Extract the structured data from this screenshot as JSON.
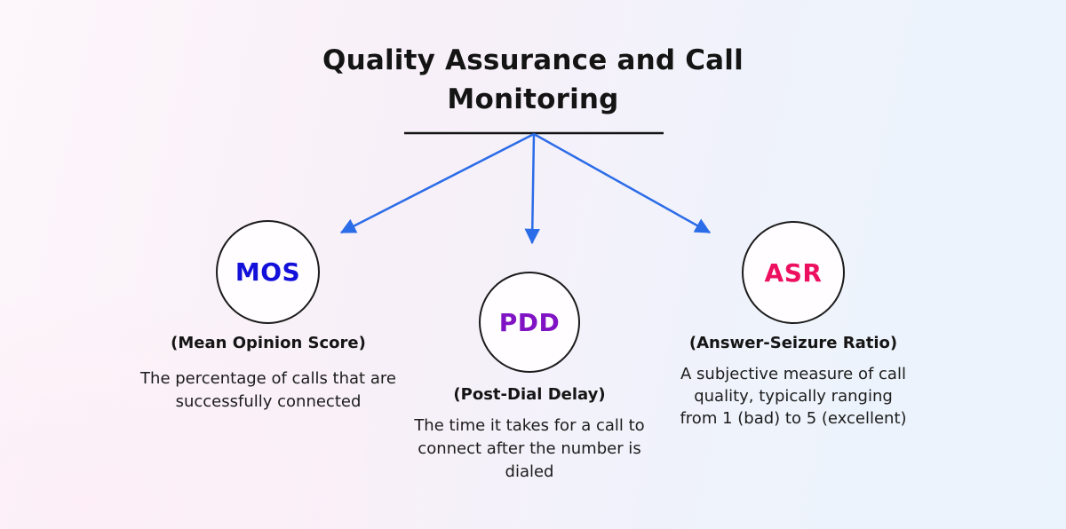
{
  "header": {
    "title_lines": [
      "Quality Assurance and Call",
      "Monitoring"
    ]
  },
  "colors": {
    "arrow": "#2b6ce8",
    "divider": "#131313",
    "title_text": "#141414",
    "body_text": "#1c1c1c",
    "circle_fill": "#fffdff",
    "circle_border": "#1b1b1b",
    "mos_accent": "#1310da",
    "pdd_accent": "#8013c3",
    "asr_accent": "#ed1060",
    "background_left": "#fdf6fa",
    "background_right": "#ebf3fd"
  },
  "nodes": {
    "mos": {
      "acronym": "MOS",
      "caption": "(Mean Opinion Score)",
      "description_lines": [
        "The percentage of calls that are",
        "successfully connected"
      ]
    },
    "pdd": {
      "acronym": "PDD",
      "caption": "(Post-Dial Delay)",
      "description_lines": [
        "The time it takes for a call to",
        "connect after the number is",
        "dialed"
      ]
    },
    "asr": {
      "acronym": "ASR",
      "caption": "(Answer-Seizure Ratio)",
      "description_lines": [
        "A subjective measure of call",
        "quality, typically ranging",
        "from 1 (bad) to 5 (excellent)"
      ]
    }
  }
}
